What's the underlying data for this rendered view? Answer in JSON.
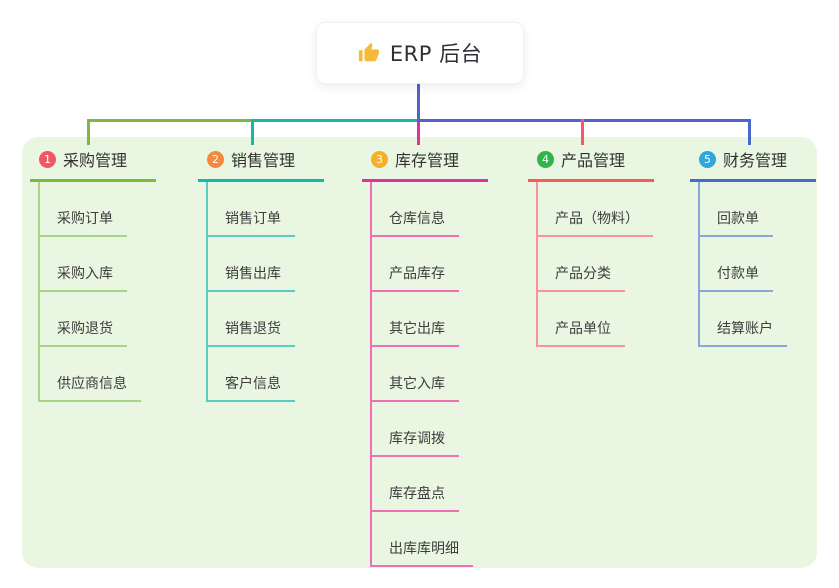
{
  "root": {
    "label": "ERP 后台",
    "icon": "thumbs-up",
    "icon_color": "#f6b93b"
  },
  "panel": {
    "background": "#e9f6e1"
  },
  "connectors": {
    "trunk_color": "#4e63cb"
  },
  "branches": [
    {
      "num": "1",
      "label": "采购管理",
      "badge_color": "#f25663",
      "line_color": "#7cb93e",
      "child_line_color": "#abd489",
      "children": [
        "采购订单",
        "采购入库",
        "采购退货",
        "供应商信息"
      ]
    },
    {
      "num": "2",
      "label": "销售管理",
      "badge_color": "#f58a3d",
      "line_color": "#17b8ab",
      "child_line_color": "#5dccc0",
      "children": [
        "销售订单",
        "销售出库",
        "销售退货",
        "客户信息"
      ]
    },
    {
      "num": "3",
      "label": "库存管理",
      "badge_color": "#f7af27",
      "line_color": "#e0329b",
      "child_line_color": "#ef70b4",
      "children": [
        "仓库信息",
        "产品库存",
        "其它出库",
        "其它入库",
        "库存调拨",
        "库存盘点",
        "出库库明细"
      ]
    },
    {
      "num": "4",
      "label": "产品管理",
      "badge_color": "#2fb54a",
      "line_color": "#f85a62",
      "child_line_color": "#f9939b",
      "children": [
        "产品（物料）",
        "产品分类",
        "产品单位"
      ]
    },
    {
      "num": "5",
      "label": "财务管理",
      "badge_color": "#2ea7de",
      "line_color": "#4a67cd",
      "child_line_color": "#8aa5dc",
      "children": [
        "回款单",
        "付款单",
        "结算账户"
      ]
    }
  ]
}
